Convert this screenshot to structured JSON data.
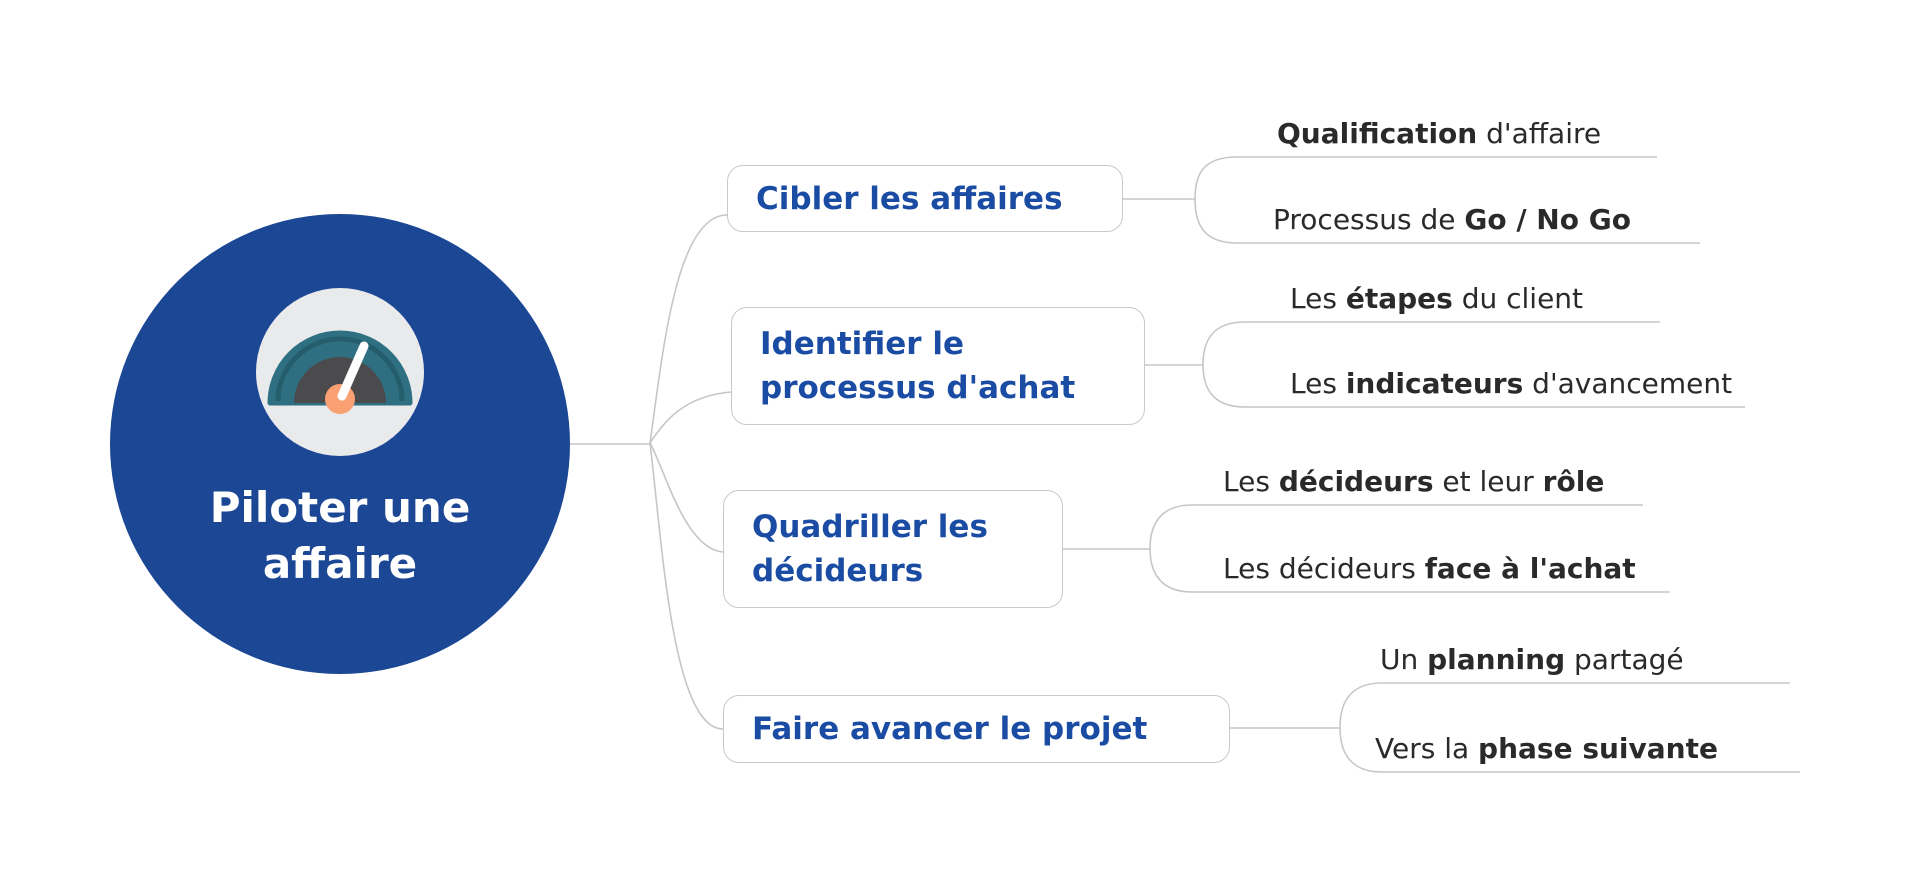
{
  "central": {
    "label": "Piloter une\naffaire",
    "icon": "gauge-icon"
  },
  "branches": [
    {
      "label": "Cibler les affaires",
      "leaves": [
        {
          "segments": [
            {
              "text": "Qualification",
              "bold": true
            },
            {
              "text": " d'affaire",
              "bold": false
            }
          ]
        },
        {
          "segments": [
            {
              "text": "Processus de ",
              "bold": false
            },
            {
              "text": "Go / No Go",
              "bold": true
            }
          ]
        }
      ]
    },
    {
      "label": "Identifier le\nprocessus d'achat",
      "leaves": [
        {
          "segments": [
            {
              "text": "Les ",
              "bold": false
            },
            {
              "text": "étapes",
              "bold": true
            },
            {
              "text": " du client",
              "bold": false
            }
          ]
        },
        {
          "segments": [
            {
              "text": "Les ",
              "bold": false
            },
            {
              "text": "indicateurs",
              "bold": true
            },
            {
              "text": " d'avancement",
              "bold": false
            }
          ]
        }
      ]
    },
    {
      "label": "Quadriller les\ndécideurs",
      "leaves": [
        {
          "segments": [
            {
              "text": "Les ",
              "bold": false
            },
            {
              "text": "décideurs",
              "bold": true
            },
            {
              "text": " et leur ",
              "bold": false
            },
            {
              "text": "rôle",
              "bold": true
            }
          ]
        },
        {
          "segments": [
            {
              "text": "Les décideurs ",
              "bold": false
            },
            {
              "text": "face à l'achat",
              "bold": true
            }
          ]
        }
      ]
    },
    {
      "label": "Faire avancer le projet",
      "leaves": [
        {
          "segments": [
            {
              "text": "Un ",
              "bold": false
            },
            {
              "text": "planning",
              "bold": true
            },
            {
              "text": " partagé",
              "bold": false
            }
          ]
        },
        {
          "segments": [
            {
              "text": "Vers la ",
              "bold": false
            },
            {
              "text": "phase suivante",
              "bold": true
            }
          ]
        }
      ]
    }
  ],
  "colors": {
    "central_blue": "#1C4795",
    "node_text_blue": "#1B4CA3",
    "leaf_text": "#2A2A2A",
    "line_gray": "#C6C6C6",
    "gauge_teal": "#2E7082",
    "gauge_rim": "#245E6D",
    "gauge_inner": "#4B4B4D",
    "gauge_needle_hub": "#F9A173",
    "icon_bg": "#E9EAEB"
  }
}
